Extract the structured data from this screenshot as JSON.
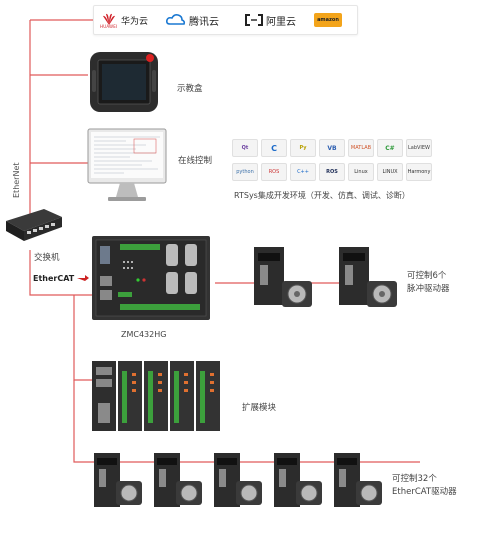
{
  "cloud": {
    "huawei_brand": "HUAWEI",
    "huawei": "华为云",
    "tencent": "腾讯云",
    "aliyun": "阿里云",
    "amazon": "amazon"
  },
  "labels": {
    "ethernet": "EtherNet",
    "teach_pendant": "示教盒",
    "online_control": "在线控制",
    "rtsys": "RTSys集成开发环境（开发、仿真、调试、诊断）",
    "switch": "交换机",
    "ethercat": "EtherCAT",
    "controller": "ZMC432HG",
    "pulse_drivers_line1": "可控制6个",
    "pulse_drivers_line2": "脉冲驱动器",
    "expansion": "扩展模块",
    "ethercat_drivers_line1": "可控制32个",
    "ethercat_drivers_line2": "EtherCAT驱动器"
  },
  "ide_icons": [
    "Qt",
    "C",
    "Py",
    "VB",
    "MATLAB",
    "C#",
    "LabVIEW",
    "python",
    "ROS",
    "C++",
    "ROS",
    "Linux",
    "LINUX",
    "Harmony"
  ],
  "colors": {
    "link_red": "#d9534f",
    "device_dark": "#2b2b2b",
    "accent_red": "#cc2222"
  }
}
